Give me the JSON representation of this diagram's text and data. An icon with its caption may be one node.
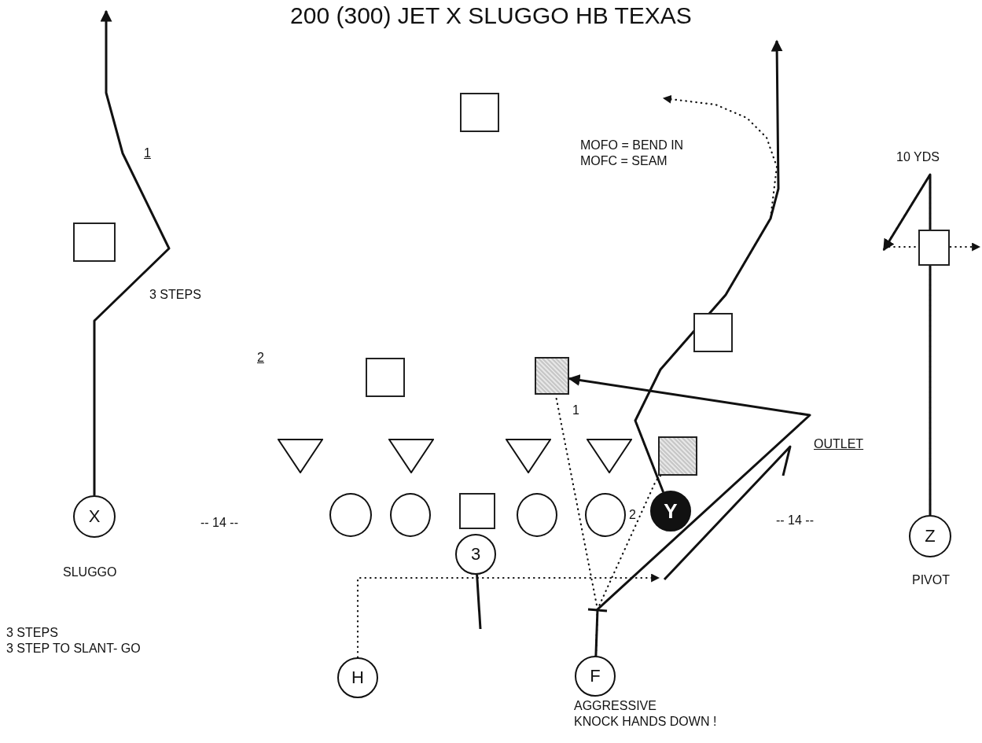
{
  "diagram": {
    "title": "200 (300) JET X SLUGGO HB TEXAS",
    "nodes": [
      {
        "text": [],
        "shape": "box"
      },
      {
        "text": [],
        "shape": "box"
      },
      {
        "text": [],
        "shape": "box"
      },
      {
        "text": [],
        "shape": "box"
      },
      {
        "text": [],
        "shape": "box"
      },
      {
        "text": [],
        "shape": "box"
      },
      {
        "text": [],
        "shape": "triangle"
      },
      {
        "text": [],
        "shape": "triangle"
      },
      {
        "text": [],
        "shape": "triangle"
      },
      {
        "text": [],
        "shape": "triangle"
      },
      {
        "text": [],
        "shape": "box"
      },
      {
        "text": [
          "X"
        ],
        "beside": [
          "SLUGGO"
        ]
      },
      {
        "text": [],
        "shape": "circle"
      },
      {
        "text": [],
        "shape": "circle"
      },
      {
        "text": [],
        "shape": "box"
      },
      {
        "text": [],
        "shape": "circle"
      },
      {
        "text": [],
        "shape": "circle"
      },
      {
        "text": [
          "Y"
        ]
      },
      {
        "text": [
          "Z"
        ],
        "beside": [
          "PIVOT"
        ]
      },
      {
        "text": [
          "3"
        ]
      },
      {
        "text": [
          "H"
        ]
      },
      {
        "text": [
          "F"
        ],
        "beside": [
          "AGGRESSIVE KNOCK HANDS DOWN !"
        ]
      }
    ],
    "edges": [
      {
        "from": 11,
        "to": null,
        "arrow": "to"
      },
      {
        "from": 17,
        "to": null,
        "arrow": "to"
      },
      {
        "from": 17,
        "to": null,
        "arrow": "to",
        "style": "dashed"
      },
      {
        "from": 18,
        "to": null,
        "arrow": "to"
      },
      {
        "from": 18,
        "to": null,
        "arrow": "to",
        "style": "dashed"
      },
      {
        "from": 19,
        "to": null,
        "arrow": "none"
      },
      {
        "from": 20,
        "to": null,
        "arrow": "to",
        "style": "dashed"
      },
      {
        "from": 21,
        "to": 5,
        "arrow": "to"
      },
      {
        "from": 21,
        "to": 5,
        "arrow": "none",
        "style": "dashed",
        "label": "1"
      },
      {
        "from": 21,
        "to": 10,
        "arrow": "none",
        "style": "dashed",
        "label": "2"
      }
    ],
    "labels": [
      "MOFO = BEND IN MOFC = SEAM",
      "1",
      "10 YDS",
      "3 STEPS",
      "2",
      "OUTLET",
      "-- 14 --",
      "-- 14 --",
      "3 STEPS 3 STEP TO SLANT- GO"
    ]
  }
}
